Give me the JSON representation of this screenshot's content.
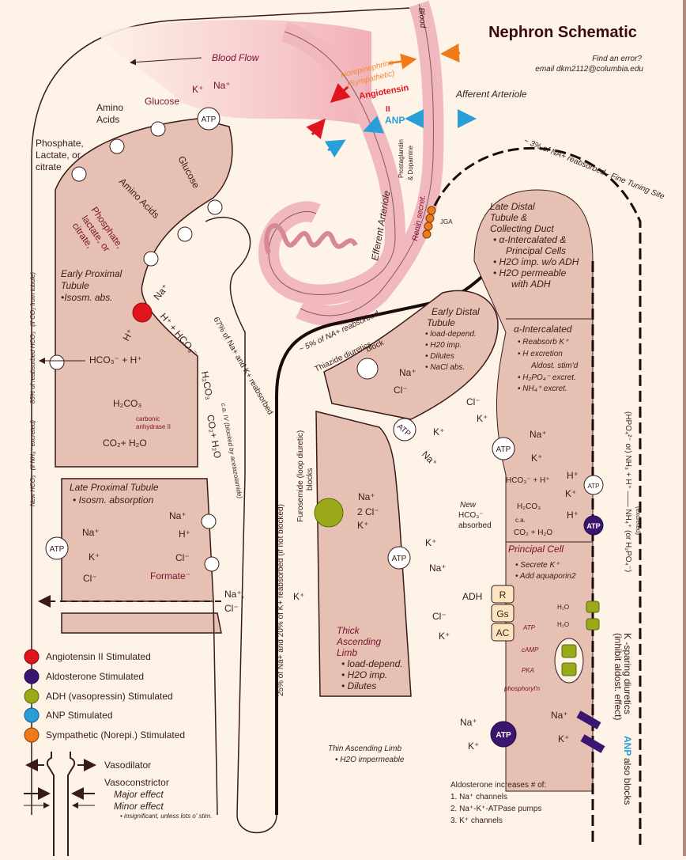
{
  "header": {
    "title": "Nephron Schematic",
    "error_prompt": "Find an error?",
    "email": "email dkm2112@columbia.edu"
  },
  "colors": {
    "background": "#fdf3e7",
    "tubule_fill": "#e6c1b3",
    "blood_pink": "#f2b8bf",
    "outline": "#3a1a1a",
    "angiotensin": "#e0141c",
    "aldosterone": "#3a1670",
    "adh": "#9aaa1a",
    "anp": "#2a9ed8",
    "sympathetic": "#ef7a1a"
  },
  "vessels": {
    "blood_flow": "Blood Flow",
    "afferent": "Afferent Arteriole",
    "efferent": "Efferent Arteriole",
    "blood": "Blood",
    "norepinephrine": "Norepinephrine",
    "sympathetic": "(Sympathetic)",
    "angiotensin": "Angiotensin",
    "angiotensin_ii": "II",
    "anp": "ANP",
    "prostaglandin": "Prostaglandin",
    "dopamine": "& Dopamine",
    "renin": "Renin secret.",
    "jga": "JGA"
  },
  "early_proximal": {
    "title": "Early Proximal",
    "title2": "Tubule",
    "bullet": "•Isosm. abs.",
    "basolateral": {
      "phosphate": [
        "Phosphate,",
        "Lactate, or",
        "citrate"
      ],
      "amino": [
        "Amino",
        "Acids"
      ],
      "glucose": "Glucose",
      "k": "K⁺",
      "na": "Na⁺",
      "atp": "ATP"
    },
    "apical": {
      "glucose": "Glucose",
      "amino": "Amino Acids",
      "phosphate": [
        "Phosphate,",
        "lactate, or",
        "citrate,"
      ],
      "na": "Na⁺"
    },
    "exchanger": {
      "na": "Na⁺",
      "h": "H⁺",
      "lumen": "H⁺ + HCO₃⁻"
    },
    "reaction": {
      "line1": "HCO₃⁻ + H⁺",
      "line2": "H₂CO₃",
      "line3": "CO₂+ H₂O",
      "enzyme": [
        "carbonic",
        "anhydrase II"
      ]
    },
    "lumen_reaction": {
      "h2co3": "H₂CO₃",
      "co2": "CO₂+ H₂O",
      "note": "c.a. IV (blocked by acetazolamide)"
    },
    "side_85": "85% of reabsorbed HCO₃⁻ (if CO₂ from tubule)",
    "side_new": "New HCO₃⁻ (if NH₄⁺ excreted)",
    "pct_67": "67% of Na+ and K+ reabsorbed"
  },
  "late_proximal": {
    "title": "Late Proximal Tubule",
    "bullet": "• Isosm. absorption",
    "na": "Na⁺",
    "k": "K⁺",
    "cl": "Cl⁻",
    "atp": "ATP",
    "na2": "Na⁺",
    "h": "H⁺",
    "cl2": "Cl⁻",
    "formate": "Formate⁻",
    "paracellular": [
      "Na⁺,",
      "Cl⁻"
    ]
  },
  "loop": {
    "pct_25": "25% of Na+  and 20% of K+  reabsorbed (if not blocked)",
    "furosemide": [
      "Furosemide (loop diuretic)",
      "blocks"
    ],
    "nkcc": [
      "Na⁺",
      "2 Cl⁻",
      "K⁺"
    ],
    "atp": "ATP",
    "k_out": "K⁺",
    "na_out": "Na⁺",
    "k_leak": "K⁺",
    "cl": "Cl⁻",
    "k2": "K⁺",
    "thick_title": [
      "Thick",
      "Ascending",
      "Limb"
    ],
    "thick_bullets": [
      "• load-depend.",
      "• H2O imp.",
      "• Dilutes"
    ],
    "thin_title": "Thin Ascending Limb",
    "thin_bullet": "• H2O impermeable"
  },
  "early_distal": {
    "pct_5": "~ 5% of NA+ reabsorbed",
    "thiazide": [
      "Thiazide diuretics",
      "block"
    ],
    "title": [
      "Early Distal",
      "Tubule"
    ],
    "bullets": [
      "• load-depend.",
      "• H20 imp.",
      "• Dilutes",
      "• NaCl abs."
    ],
    "na": "Na⁺",
    "cl": "Cl⁻",
    "cl_out": "Cl⁻",
    "atp": "ATP",
    "k": "K⁺",
    "na_out": "Na⁺"
  },
  "late_distal": {
    "pct_3": "~ 3% of NA+ reabsorbed - Fine Tuning Site",
    "title": [
      "Late Distal",
      "Tubule &",
      "Collecting Duct"
    ],
    "bullets": [
      "• α-Intercalated &",
      "Principal Cells",
      "• H2O imp. w/o ADH",
      "• H2O permeable",
      "with ADH"
    ]
  },
  "alpha_intercalated": {
    "title": "α-Intercalated",
    "bullets": [
      "• Reabsorb K⁺",
      "• H excretion",
      "Aldost. stim'd",
      "• H₂PO₄⁻ excret.",
      "• NH₄⁺ excret."
    ],
    "k_left": "K⁺",
    "na": "Na⁺",
    "k": "K⁺",
    "atp": "ATP",
    "reaction": [
      "HCO₃⁻ + H⁺",
      "H₂CO₃",
      "c.a.",
      "CO₂ + H₂O"
    ],
    "new_hco3": [
      "New",
      "HCO₃⁻",
      "absorbed"
    ],
    "h1": "H⁺",
    "k2": "K⁺",
    "h2": "H⁺",
    "atp_pump": "ATP",
    "atp_aldo": "ATP",
    "side_text": "(HPO₄²⁻ or) NH₃ + H⁺ —— NH₄⁺ (or H₂PO₄⁻)",
    "excreted": "(excreted)"
  },
  "principal": {
    "title": "Principal Cell",
    "bullets": [
      "• Secrete K⁺",
      "• Add aquaporin2"
    ],
    "adh": "ADH",
    "r": "R",
    "gs": "Gs",
    "ac": "AC",
    "atp_text": "ATP",
    "camp": "cAMP",
    "pka": "PKA",
    "phos": "phosphoryl'n",
    "h2o1": "H₂O",
    "h2o2": "H₂O",
    "na": "Na⁺",
    "k": "K⁺",
    "na_chan": "Na⁺",
    "k_chan": "K⁺",
    "atp": "ATP",
    "k_sparing": [
      "K -sparing diuretics",
      "(inhibit aldost. effect)"
    ],
    "anp_blocks": "ANP",
    "also_blocks": " also blocks"
  },
  "aldosterone_note": {
    "title": "Aldosterone increases # of:",
    "items": [
      "1. Na⁺ channels",
      "2. Na⁺-K⁺-ATPase pumps",
      "3. K⁺ channels"
    ]
  },
  "legend": {
    "items": [
      {
        "label": "Angiotensin II Stimulated",
        "color": "#e0141c"
      },
      {
        "label": "Aldosterone Stimulated",
        "color": "#3a1670"
      },
      {
        "label": "ADH (vasopressin) Stimulated",
        "color": "#9aaa1a"
      },
      {
        "label": "ANP Stimulated",
        "color": "#2a9ed8"
      },
      {
        "label": "Sympathetic (Norepi.) Stimulated",
        "color": "#ef7a1a"
      }
    ],
    "vasodilator": "Vasodilator",
    "vasoconstrictor": "Vasoconstrictor",
    "major": "Major effect",
    "minor": "Minor effect",
    "note": "• insignificant, unless lots o' stim."
  }
}
